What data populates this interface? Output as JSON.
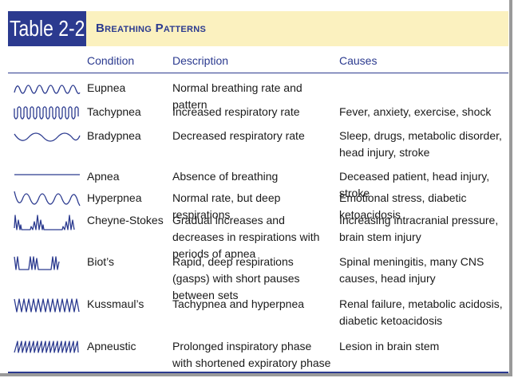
{
  "table": {
    "number": "Table 2-2",
    "title": "Breathing Patterns",
    "headers": {
      "condition": "Condition",
      "description": "Description",
      "causes": "Causes"
    },
    "colors": {
      "accent": "#2b3a8f",
      "title_bg": "#fbf1bf"
    },
    "rows": [
      {
        "condition": "Eupnea",
        "description": "Normal breathing rate and pattern",
        "causes": "",
        "wave_icon": "eupnea-wave-icon"
      },
      {
        "condition": "Tachypnea",
        "description": "Increased respiratory rate",
        "causes": "Fever, anxiety, exercise, shock",
        "wave_icon": "tachypnea-wave-icon"
      },
      {
        "condition": "Bradypnea",
        "description": "Decreased respiratory rate",
        "causes": "Sleep, drugs, metabolic disorder, head injury, stroke",
        "wave_icon": "bradypnea-wave-icon"
      },
      {
        "condition": "Apnea",
        "description": "Absence of breathing",
        "causes": "Deceased patient, head injury, stroke",
        "wave_icon": "apnea-line-icon"
      },
      {
        "condition": "Hyperpnea",
        "description": "Normal rate, but deep respirations",
        "causes": "Emotional stress, diabetic ketoacidosis",
        "wave_icon": "hyperpnea-wave-icon"
      },
      {
        "condition": "Cheyne-Stokes",
        "description": "Gradual increases and decreases in respirations with periods of apnea",
        "causes": "Increasing intracranial pressure, brain stem injury",
        "wave_icon": "cheyne-stokes-wave-icon"
      },
      {
        "condition": "Biot’s",
        "description": "Rapid, deep respirations (gasps) with short pauses between sets",
        "causes": "Spinal meningitis, many CNS causes, head injury",
        "wave_icon": "biots-wave-icon"
      },
      {
        "condition": "Kussmaul’s",
        "description": "Tachypnea and hyperpnea",
        "causes": "Renal failure, metabolic acidosis, diabetic ketoacidosis",
        "wave_icon": "kussmauls-wave-icon"
      },
      {
        "condition": "Apneustic",
        "description": "Prolonged inspiratory phase with shortened expiratory phase",
        "causes": "Lesion in brain stem",
        "wave_icon": "apneustic-wave-icon"
      }
    ]
  }
}
